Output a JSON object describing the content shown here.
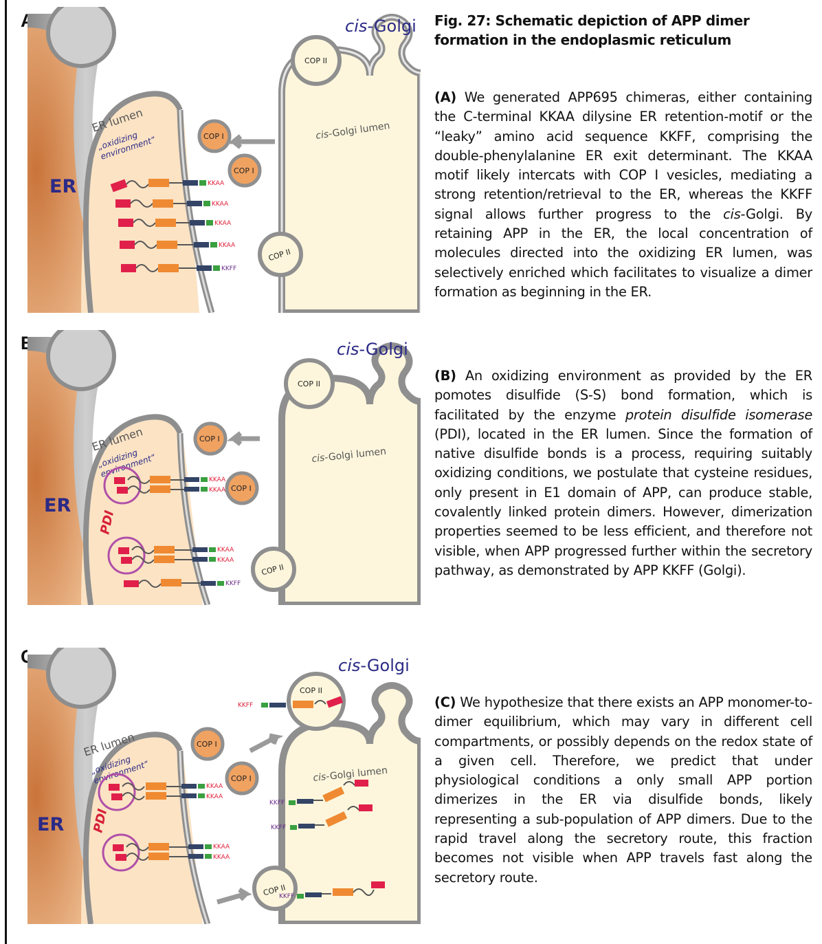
{
  "figure_title": "Fig. 27:  Schematic depiction of APP dimer formation in the endoplasmic reticulum",
  "labels": {
    "er": "ER",
    "er_lumen": "ER lumen",
    "oxidizing_1": "„oxidizing",
    "oxidizing_2": "environment“",
    "cis_golgi_italic": "cis",
    "cis_golgi_rest": "-Golgi",
    "cis_golgi_lumen_italic": "cis",
    "cis_golgi_lumen_rest": "-Golgi lumen",
    "cop1": "COP I",
    "cop2": "COP II",
    "pdi": "PDI",
    "kkaa": "KKAA",
    "kkff": "KKFF"
  },
  "panels": [
    {
      "letter": "A",
      "caption": {
        "lead": "(A)",
        "text1": " We generated APP695 chimeras, either containing the C-terminal KKAA dilysine ER retention-motif or the “leaky” amino acid sequence KKFF, comprising the double-phenylalanine ER exit determinant. The KKAA motif likely intercats with COP I vesicles, mediating a strong retention/retrieval to the ER, whereas the KKFF signal allows further progress to  the ",
        "italic1": "cis",
        "text2": "-Golgi. By retaining APP in the ER,  the local concentration of molecules directed into the oxidizing ER lumen, was selectively enriched which facilitates to visualize a dimer formation as beginning in the ER."
      }
    },
    {
      "letter": "B",
      "caption": {
        "lead": "(B)",
        "text1": "  An oxidizing environment as provided by the ER pomotes disulfide (S-S) bond formation, which is facilitated by the enzyme ",
        "italic1": "protein disulfide isomerase",
        "text2": " (PDI), located in the ER lumen. Since the formation of native disulfide bonds is a process, requiring suitably oxidizing conditions, we postulate that cysteine residues, only present in E1 domain of APP, can produce stable, covalently linked protein dimers. However, dimerization properties seemed to be less efficient, and therefore not visible, when APP progressed further within the secretory pathway, as demonstrated by APP KKFF (Golgi)."
      }
    },
    {
      "letter": "C",
      "caption": {
        "lead": "(C)",
        "text1": " We hypothesize that there exists an APP monomer-to-dimer equilibrium, which may vary in different cell compartments, or possibly depends on the redox state of a given cell. Therefore, we predict that under physiological conditions a only small APP portion dimerizes in the ER via disulfide bonds, likely representing a sub-population of APP dimers. Due to the rapid travel along the secretory route,  this fraction becomes not  visible when APP travels fast along the secretory route.",
        "italic1": "",
        "text2": ""
      }
    }
  ],
  "colors": {
    "er_dark": "#d98a4e",
    "er_light": "#f4c8a0",
    "lumen": "#fbe3c4",
    "golgi": "#fdf6dc",
    "membrane": "#9a9a9a",
    "cis_golgi_text": "#2b2a86",
    "app_red": "#e0204a",
    "app_orange": "#ef8a33",
    "motif_red": "#e0203a",
    "motif_purple": "#6a2a8a",
    "pdi_red": "#d6203a"
  }
}
